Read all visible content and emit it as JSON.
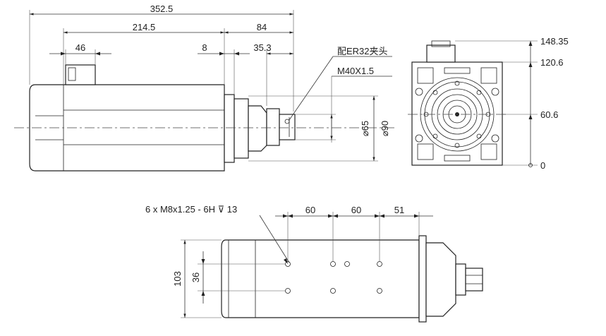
{
  "side_view": {
    "dim_overall": "352.5",
    "dim_body": "214.5",
    "dim_front": "84",
    "dim_connector": "46",
    "dim_gap": "8",
    "dim_nose": "35.3",
    "collet_note": "配ER32夹头",
    "thread_note": "M40X1.5",
    "dia_65": "⌀65",
    "dia_90": "⌀90"
  },
  "front_view": {
    "height_top": "148.35",
    "height_mid": "120.6",
    "height_axis": "60.6",
    "height_zero": "0"
  },
  "bottom_view": {
    "hole_note": "6 x M8x1.25 - 6H ⊽ 13",
    "spacing_1": "60",
    "spacing_2": "60",
    "spacing_3": "51",
    "height_total": "103",
    "height_holes": "36"
  }
}
